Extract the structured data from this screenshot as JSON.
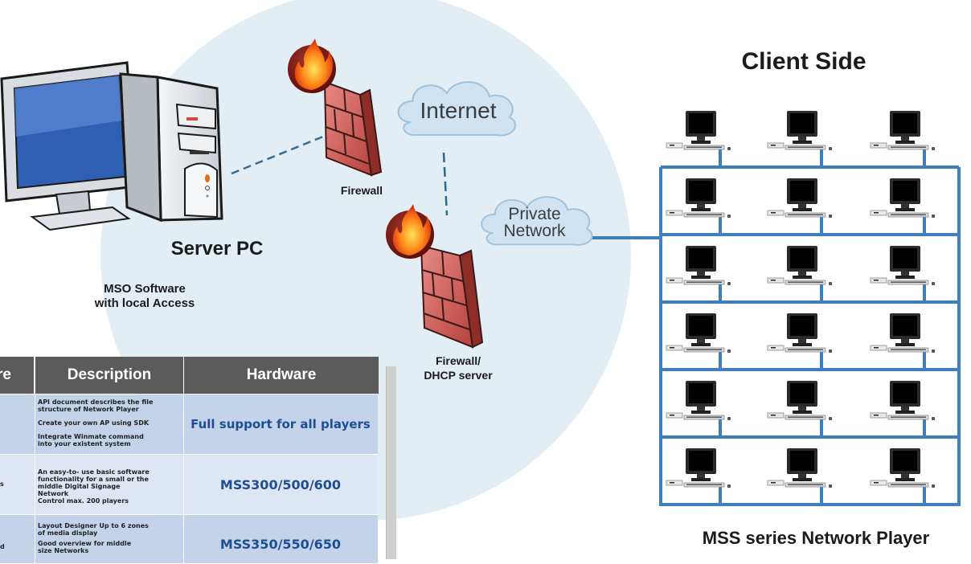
{
  "labels": {
    "server_title": "Server PC",
    "server_sub_line1": "MSO Software",
    "server_sub_line2": "with local Access",
    "firewall_top": "Firewall",
    "firewall_bottom_line1": "Firewall/",
    "firewall_bottom_line2": "DHCP server",
    "internet": "Internet",
    "private_line1": "Private",
    "private_line2": "Network",
    "client_side": "Client Side",
    "player": "MSS series Network Player"
  },
  "table": {
    "headers": [
      "re",
      "Description",
      "Hardware"
    ],
    "rows": [
      {
        "first_col": "",
        "description_lines": [
          "API document describes the file",
          "structure of Network Player",
          "",
          "Create your own AP using SDK",
          "",
          "Integrate Winmate command",
          "into your existent system"
        ],
        "hardware": "Full support for all players"
      },
      {
        "first_col": "s",
        "description_lines": [
          "An easy-to- use basic software",
          "functionality for a small or  the",
          "middle Digital Signage",
          "Network",
          "Control max. 200 players"
        ],
        "hardware": "MSS300/500/600"
      },
      {
        "first_col": "d",
        "description_lines": [
          "Layout Designer Up to 6 zones",
          "of media display",
          "Good overview for middle",
          "size Networks"
        ],
        "hardware": "MSS350/550/650"
      }
    ]
  },
  "client_grid": {
    "rows": 6,
    "columns": 3
  },
  "colors": {
    "network_line": "#3f7fbe",
    "circle_bg": "#e3edf4",
    "cloud": "#cfe3f2",
    "table_header": "#5b5b5b",
    "hardware_text": "#1f4e94",
    "firewall_brick": "#c9524e"
  },
  "icons": [
    "server-pc-icon",
    "firewall-icon",
    "flame-icon",
    "cloud-icon",
    "client-pc-icon"
  ]
}
